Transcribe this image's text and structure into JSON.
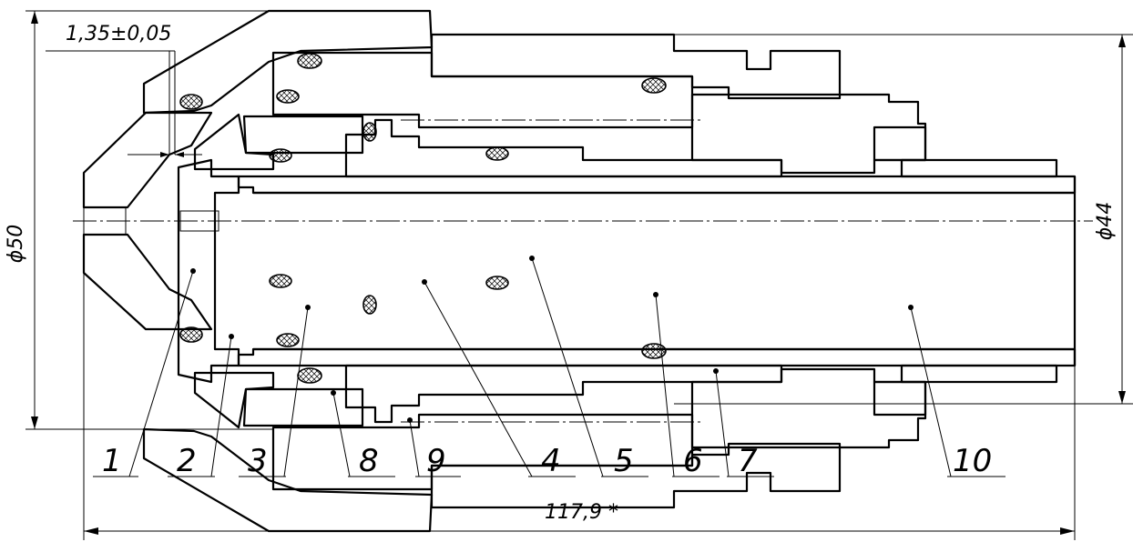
{
  "dimensions": {
    "gap": "1,35±0,05",
    "outer_diameter": "ϕ50",
    "bore_diameter": "ϕ44",
    "overall_length": "117,9 *"
  },
  "callouts": [
    "1",
    "2",
    "3",
    "8",
    "9",
    "4",
    "5",
    "6",
    "7",
    "10"
  ]
}
